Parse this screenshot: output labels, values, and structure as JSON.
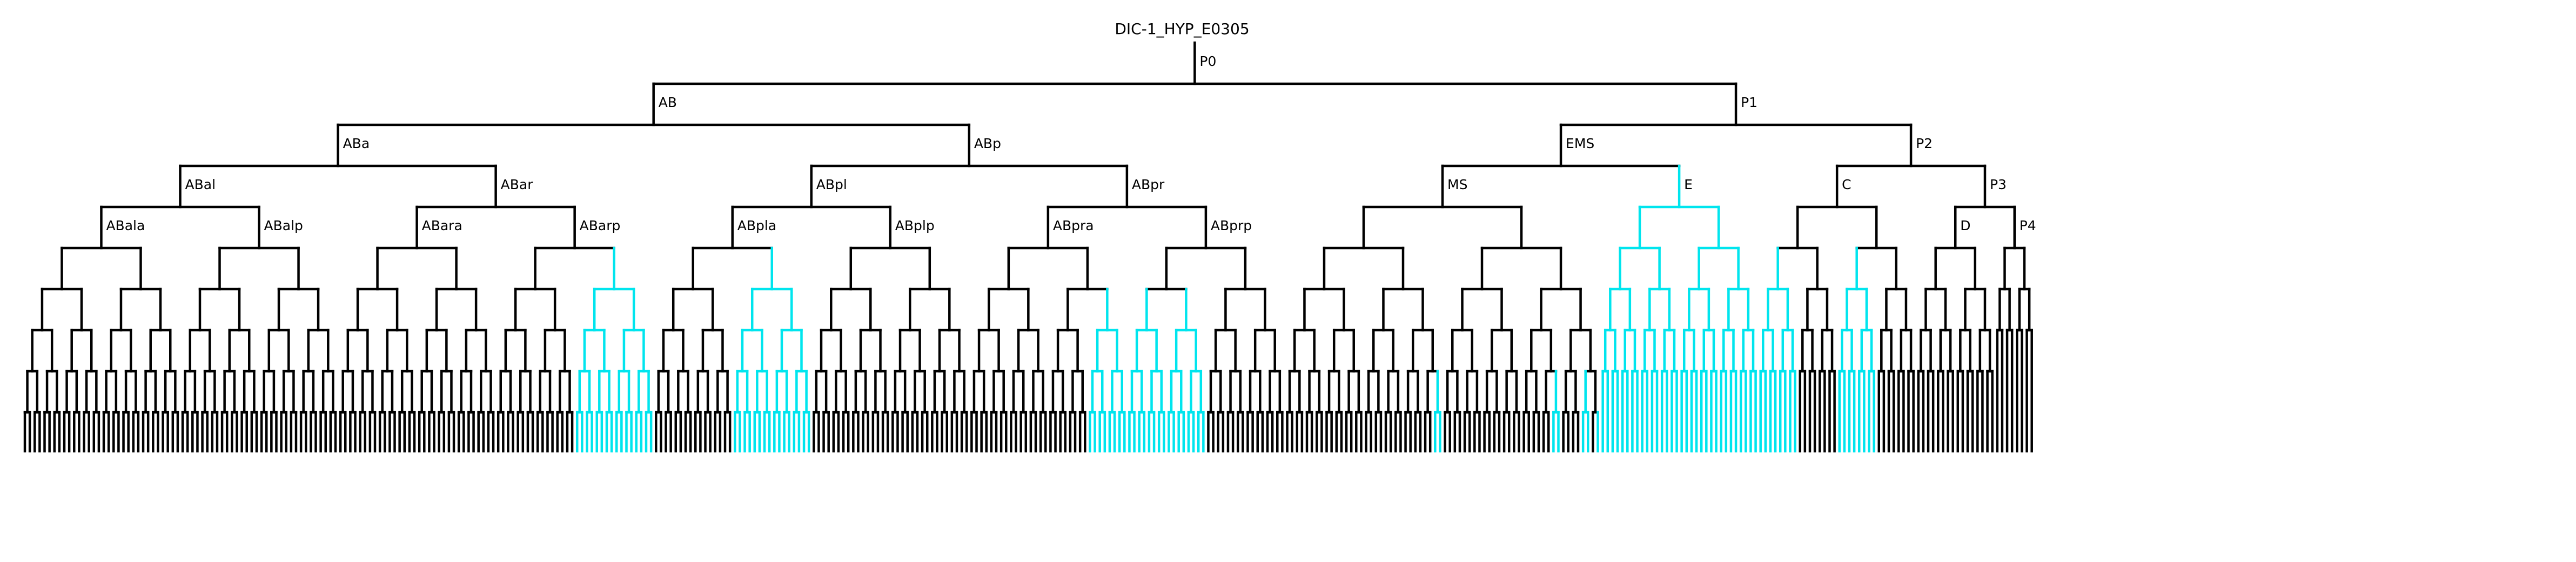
{
  "title": "DIC-1_HYP_E0305",
  "colors": {
    "default": "#000000",
    "highlight": "#00e5ee",
    "background": "#ffffff"
  },
  "lineage": {
    "P0": [
      "AB",
      "P1"
    ],
    "AB": [
      "ABa",
      "ABp"
    ],
    "P1": [
      "EMS",
      "P2"
    ],
    "ABa": [
      "ABal",
      "ABar"
    ],
    "ABp": [
      "ABpl",
      "ABpr"
    ],
    "EMS": [
      "MS",
      "E"
    ],
    "P2": [
      "C",
      "P3"
    ],
    "ABal": [
      "ABala",
      "ABalp"
    ],
    "ABar": [
      "ABara",
      "ABarp"
    ],
    "ABpl": [
      "ABpla",
      "ABplp"
    ],
    "ABpr": [
      "ABpra",
      "ABprp"
    ],
    "P3": [
      "D",
      "P4"
    ]
  },
  "depths": {
    "ABala": 5,
    "ABalp": 5,
    "ABara": 5,
    "ABarp": 5,
    "ABpla": 5,
    "ABplp": 5,
    "ABpra": 5,
    "ABprp": 5,
    "MS": 6,
    "E": 5,
    "C": 5,
    "D": 4,
    "P4": 3
  },
  "labeled_nodes": [
    "P0",
    "AB",
    "P1",
    "ABa",
    "ABp",
    "EMS",
    "P2",
    "ABal",
    "ABar",
    "ABpl",
    "ABpr",
    "MS",
    "E",
    "C",
    "P3",
    "ABala",
    "ABalp",
    "ABara",
    "ABarp",
    "ABpla",
    "ABplp",
    "ABpra",
    "ABprp",
    "D",
    "P4"
  ],
  "highlighted_nodes": [
    "ABarpp",
    "ABplap",
    "ABprapp",
    "ABprpaa",
    "ABprpap",
    "MSapppp",
    "MSppapp",
    "MSppppa",
    "MSpppppp",
    "E",
    "Caa",
    "Cpa"
  ]
}
